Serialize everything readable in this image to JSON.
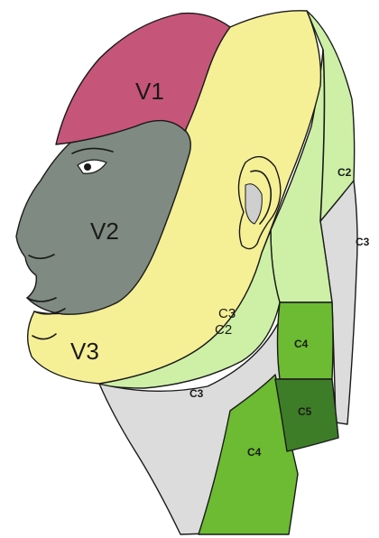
{
  "colors": {
    "v1": "#c6557a",
    "v2": "#7e8a82",
    "v3": "#f5ef96",
    "c2": "#cdf0a6",
    "c3": "#dcdcdc",
    "c4": "#6cbb32",
    "c5": "#3e7d28"
  },
  "labels": {
    "v1": "V1",
    "v2": "V2",
    "v3": "V3",
    "c3_front": "C3",
    "c2_front": "C2",
    "c2_back": "C2",
    "c3_back": "C3",
    "c4_back": "C4",
    "c5_back": "C5",
    "c3_neck": "C3",
    "c4_neck": "C4"
  }
}
